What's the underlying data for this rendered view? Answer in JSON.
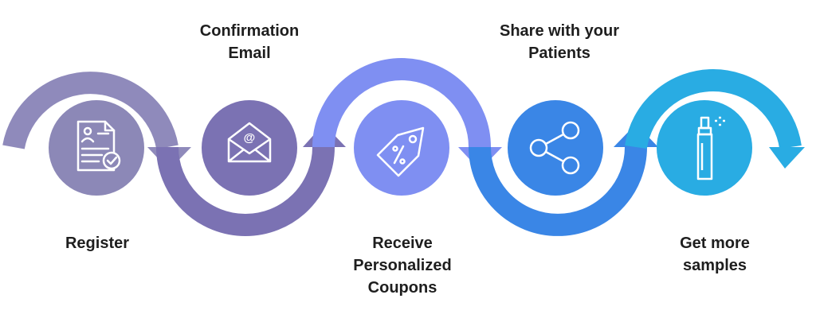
{
  "steps": [
    {
      "label": "Register",
      "icon": "document-check-icon",
      "color": "#8c88b7"
    },
    {
      "label": "Confirmation\nEmail",
      "icon": "envelope-at-icon",
      "color": "#7b72b3"
    },
    {
      "label": "Receive\nPersonalized\nCoupons",
      "icon": "price-tag-icon",
      "color": "#7f8ff2"
    },
    {
      "label": "Share with your\nPatients",
      "icon": "share-icon",
      "color": "#3a86e6"
    },
    {
      "label": "Get more\nsamples",
      "icon": "spray-bottle-icon",
      "color": "#29ace3"
    }
  ]
}
